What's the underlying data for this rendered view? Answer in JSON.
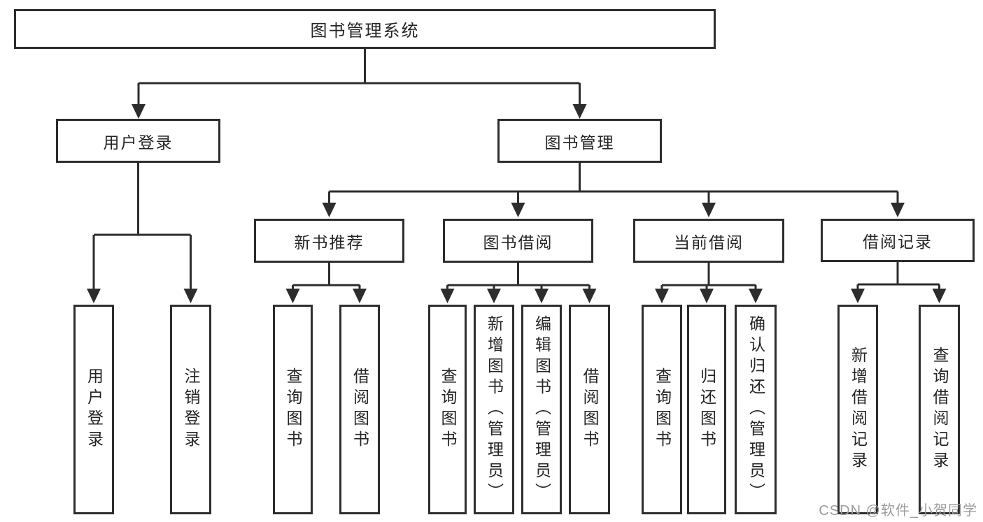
{
  "tree": {
    "root": {
      "label": "图书管理系统",
      "children": [
        {
          "label": "用户登录",
          "children": [
            {
              "label": "用户登录"
            },
            {
              "label": "注销登录"
            }
          ]
        },
        {
          "label": "图书管理",
          "children": [
            {
              "label": "新书推荐",
              "children": [
                {
                  "label": "查询图书"
                },
                {
                  "label": "借阅图书"
                }
              ]
            },
            {
              "label": "图书借阅",
              "children": [
                {
                  "label": "查询图书"
                },
                {
                  "label": "新增图书（管理员）"
                },
                {
                  "label": "编辑图书（管理员）"
                },
                {
                  "label": "借阅图书"
                }
              ]
            },
            {
              "label": "当前借阅",
              "children": [
                {
                  "label": "查询图书"
                },
                {
                  "label": "归还图书"
                },
                {
                  "label": "确认归还（管理员）"
                }
              ]
            },
            {
              "label": "借阅记录",
              "children": [
                {
                  "label": "新增借阅记录"
                },
                {
                  "label": "查询借阅记录"
                }
              ]
            }
          ]
        }
      ]
    }
  },
  "watermark": {
    "text": "CSDN @软件_小贺同学"
  },
  "colors": {
    "line": "#2d2d2d",
    "text": "#252525",
    "background": "#ffffff",
    "watermark": "#9c9c9c"
  }
}
